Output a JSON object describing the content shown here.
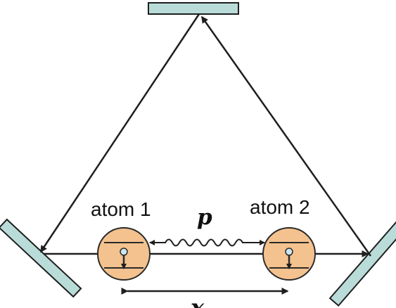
{
  "labels": {
    "atom1": "atom 1",
    "atom2": "atom 2",
    "momentum": "p",
    "separation": "x"
  },
  "colors": {
    "mirror_fill": "#b9dcd9",
    "mirror_stroke": "#1f1f1f",
    "atom_fill": "#f4c28e",
    "atom_stroke": "#2a2a2a",
    "electron_fill": "#c9e6f2",
    "line": "#1f1f1f"
  },
  "icons": {
    "top_mirror": "mirror-icon",
    "left_mirror": "mirror-icon",
    "right_mirror": "mirror-icon",
    "atom1_levels": "energy-level-icon",
    "atom2_levels": "energy-level-icon",
    "photon": "wavy-photon-icon"
  }
}
